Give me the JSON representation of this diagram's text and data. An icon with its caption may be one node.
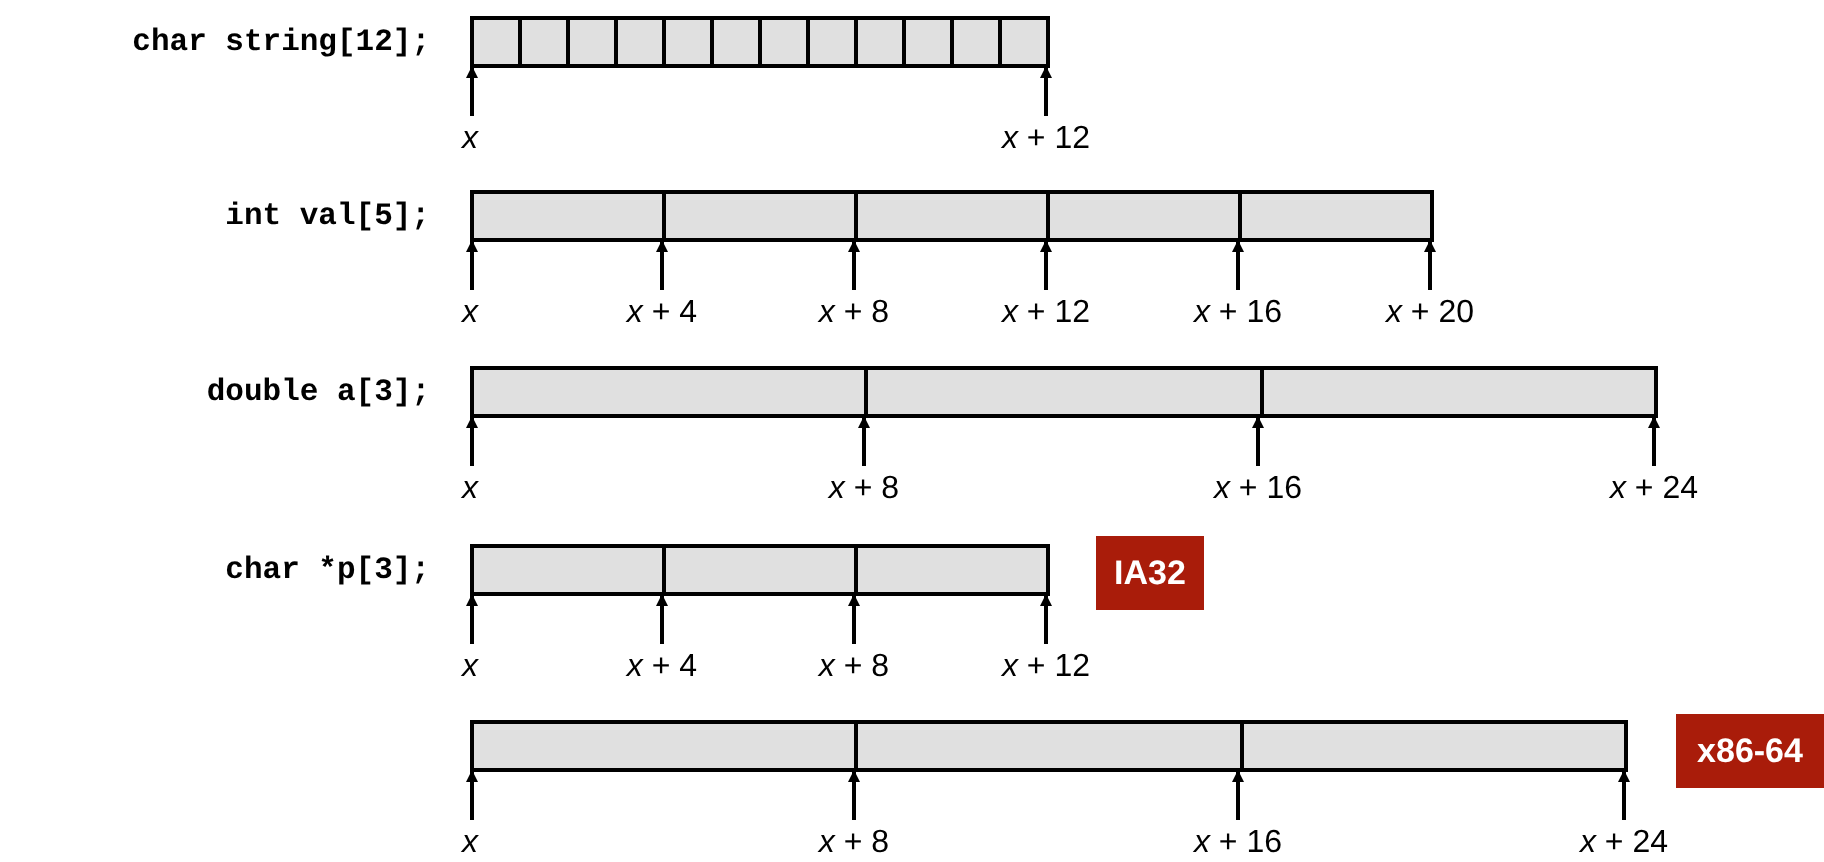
{
  "diagram": {
    "nodes": [
      {
        "text": [],
        "shape": "bar",
        "beside": [
          "char string[12];"
        ]
      },
      {
        "text": [
          "*x*"
        ]
      },
      {
        "text": [
          "*x* + 12"
        ]
      },
      {
        "text": [],
        "shape": "bar",
        "beside": [
          "int val[5];"
        ]
      },
      {
        "text": [
          "*x*"
        ]
      },
      {
        "text": [
          "*x* + 4"
        ]
      },
      {
        "text": [
          "*x* + 8"
        ]
      },
      {
        "text": [
          "*x* + 12"
        ]
      },
      {
        "text": [
          "*x* + 16"
        ]
      },
      {
        "text": [
          "*x* + 20"
        ]
      },
      {
        "text": [],
        "shape": "bar",
        "beside": [
          "double a[3];"
        ]
      },
      {
        "text": [
          "*x*"
        ]
      },
      {
        "text": [
          "*x* + 8"
        ]
      },
      {
        "text": [
          "*x* + 16"
        ]
      },
      {
        "text": [
          "*x* + 24"
        ]
      },
      {
        "text": [],
        "shape": "bar",
        "beside": [
          "char *p[3];"
        ]
      },
      {
        "text": [
          "IA32"
        ]
      },
      {
        "text": [
          "*x*"
        ]
      },
      {
        "text": [
          "*x* + 4"
        ]
      },
      {
        "text": [
          "*x* + 8"
        ]
      },
      {
        "text": [
          "*x* + 12"
        ]
      },
      {
        "text": [],
        "shape": "bar"
      },
      {
        "text": [
          "x86-64"
        ]
      },
      {
        "text": [
          "*x*"
        ]
      },
      {
        "text": [
          "*x* + 8"
        ]
      },
      {
        "text": [
          "*x* + 16"
        ]
      },
      {
        "text": [
          "*x* + 24"
        ]
      }
    ],
    "edges": [
      {
        "from": 1,
        "to": 0,
        "arrow": "to"
      },
      {
        "from": 2,
        "to": 0,
        "arrow": "to"
      },
      {
        "from": 4,
        "to": 3,
        "arrow": "to"
      },
      {
        "from": 5,
        "to": 3,
        "arrow": "to"
      },
      {
        "from": 6,
        "to": 3,
        "arrow": "to"
      },
      {
        "from": 7,
        "to": 3,
        "arrow": "to"
      },
      {
        "from": 8,
        "to": 3,
        "arrow": "to"
      },
      {
        "from": 9,
        "to": 3,
        "arrow": "to"
      },
      {
        "from": 11,
        "to": 10,
        "arrow": "to"
      },
      {
        "from": 12,
        "to": 10,
        "arrow": "to"
      },
      {
        "from": 13,
        "to": 10,
        "arrow": "to"
      },
      {
        "from": 14,
        "to": 10,
        "arrow": "to"
      },
      {
        "from": 17,
        "to": 15,
        "arrow": "to"
      },
      {
        "from": 18,
        "to": 15,
        "arrow": "to"
      },
      {
        "from": 19,
        "to": 15,
        "arrow": "to"
      },
      {
        "from": 20,
        "to": 15,
        "arrow": "to"
      },
      {
        "from": 23,
        "to": 21,
        "arrow": "to"
      },
      {
        "from": 24,
        "to": 21,
        "arrow": "to"
      },
      {
        "from": 25,
        "to": 21,
        "arrow": "to"
      },
      {
        "from": 26,
        "to": 21,
        "arrow": "to"
      }
    ]
  }
}
